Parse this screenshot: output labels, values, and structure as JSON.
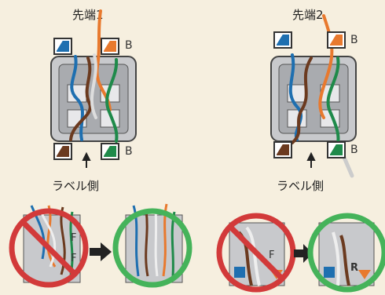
{
  "connector1": {
    "title": "先端1",
    "side_label": "ラベル側",
    "pair_letter_top": "B",
    "pair_letter_bottom": "B"
  },
  "connector2": {
    "title": "先端2",
    "side_label": "ラベル側",
    "pair_letter_top": "B",
    "pair_letter_bottom": "B"
  },
  "bottom_left_marks": {
    "top_letter": "F",
    "bottom_letter": "F"
  },
  "bottom_right_marks": {
    "top_letter": "F",
    "bottom_letter": "R"
  },
  "colors": {
    "blue": "#1e6fb0",
    "orange": "#e8792e",
    "brown": "#6b3a1f",
    "green": "#1f8a4a",
    "wrong_red": "#d23a3a",
    "correct_green": "#45b35a",
    "connector_gray": "#c8c9cc"
  }
}
